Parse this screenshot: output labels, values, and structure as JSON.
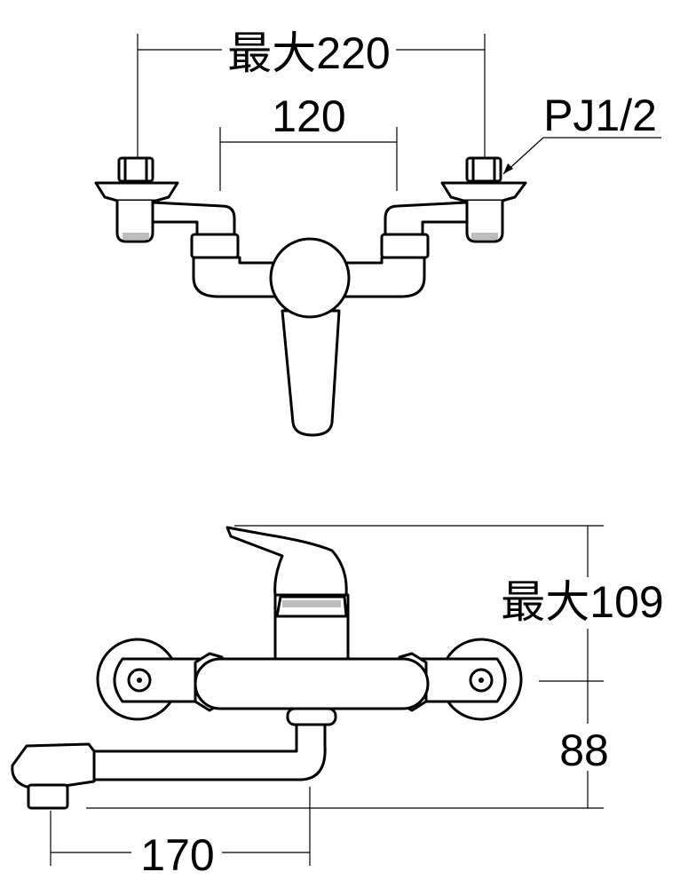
{
  "dimensions": {
    "max_spacing": "最大220",
    "spacing": "120",
    "thread": "PJ1/2",
    "max_height": "最大109",
    "height": "88",
    "spout_reach": "170"
  }
}
